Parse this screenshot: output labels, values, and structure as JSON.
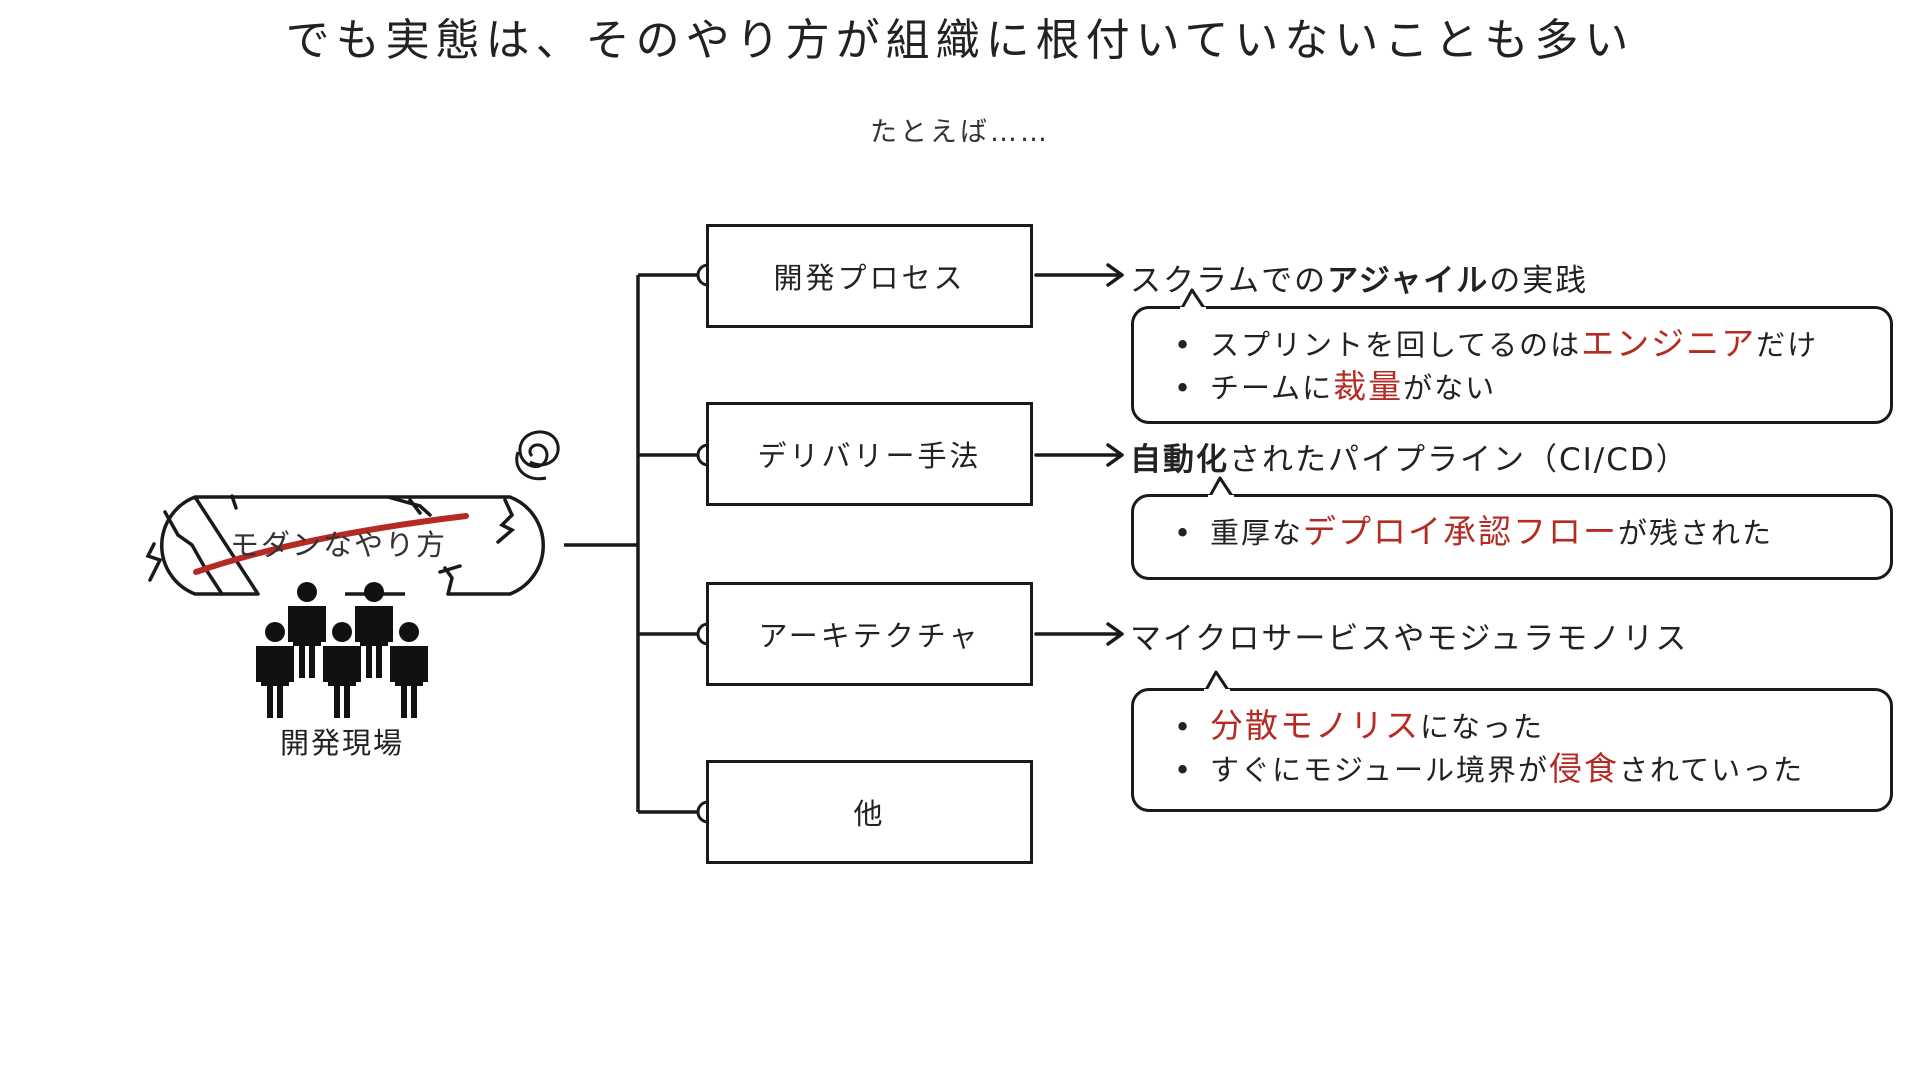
{
  "title": "でも実態は、そのやり方が組織に根付いていないことも多い",
  "subtitle": "たとえば……",
  "left": {
    "modern_label": "モダンなやり方",
    "team_label": "開発現場"
  },
  "rows": [
    {
      "label": "開発プロセス",
      "desc": [
        {
          "text": "スクラムでの",
          "style": "normal"
        },
        {
          "text": "アジャイル",
          "style": "em"
        },
        {
          "text": "の実践",
          "style": "normal"
        }
      ],
      "bullets": [
        [
          {
            "text": "スプリントを回してるのは",
            "style": "normal"
          },
          {
            "text": "エンジニア",
            "style": "red"
          },
          {
            "text": "だけ",
            "style": "normal"
          }
        ],
        [
          {
            "text": "チームに",
            "style": "normal"
          },
          {
            "text": "裁量",
            "style": "red"
          },
          {
            "text": "がない",
            "style": "normal"
          }
        ]
      ]
    },
    {
      "label": "デリバリー手法",
      "desc": [
        {
          "text": "自動化",
          "style": "em"
        },
        {
          "text": "されたパイプライン（CI/CD）",
          "style": "normal"
        }
      ],
      "bullets": [
        [
          {
            "text": "重厚な",
            "style": "normal"
          },
          {
            "text": "デプロイ承認フロー",
            "style": "red"
          },
          {
            "text": "が残された",
            "style": "normal"
          }
        ]
      ]
    },
    {
      "label": "アーキテクチャ",
      "desc": [
        {
          "text": "マイクロサービスやモジュラモノリス",
          "style": "normal"
        }
      ],
      "bullets": [
        [
          {
            "text": "分散モノリス",
            "style": "red"
          },
          {
            "text": "になった",
            "style": "normal"
          }
        ],
        [
          {
            "text": "すぐにモジュール境界が",
            "style": "normal"
          },
          {
            "text": "侵食",
            "style": "red"
          },
          {
            "text": "されていった",
            "style": "normal"
          }
        ]
      ]
    },
    {
      "label": "他",
      "desc": [],
      "bullets": []
    }
  ],
  "colors": {
    "ink": "#1a1a1a",
    "accent_red": "#b52a23"
  },
  "icons": [
    "people-group-icon",
    "dizzy-swirl-icon",
    "crack-mark-icon",
    "connector-circle-icon",
    "arrow-right-icon"
  ]
}
